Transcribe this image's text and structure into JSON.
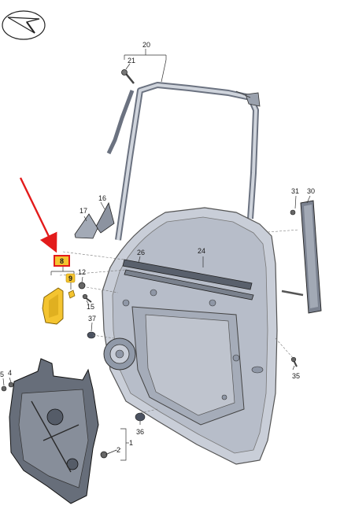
{
  "diagram": {
    "part_numbers": {
      "p1": "1",
      "p2": "2",
      "p4": "4",
      "p5": "5",
      "p8": "8",
      "p9": "9",
      "p12": "12",
      "p15": "15",
      "p16": "16",
      "p17": "17",
      "p20": "20",
      "p21": "21",
      "p24": "24",
      "p26": "26",
      "p30": "30",
      "p31": "31",
      "p35": "35",
      "p36": "36",
      "p37": "37"
    },
    "highlighted_parts": [
      "8",
      "9"
    ],
    "colors": {
      "highlight_fill": "#f4c430",
      "highlight_frame": "#e31b1b",
      "pointer_arrow": "#e31b1b",
      "line_art": "#2a2a2a",
      "door_shell": "#c9ced8",
      "door_shell_dark": "#8f97a6"
    },
    "icons": {
      "logo": "view-direction-arrow-icon"
    }
  }
}
